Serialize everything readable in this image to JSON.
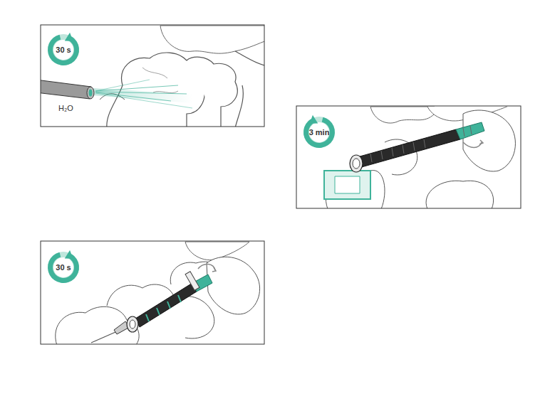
{
  "diagram": {
    "nodes": [
      {
        "text": [
          "30 s"
        ]
      },
      {
        "text": [
          "3 min"
        ]
      },
      {
        "text": [
          "30 s"
        ]
      }
    ],
    "labels": [
      "H₂O"
    ]
  }
}
